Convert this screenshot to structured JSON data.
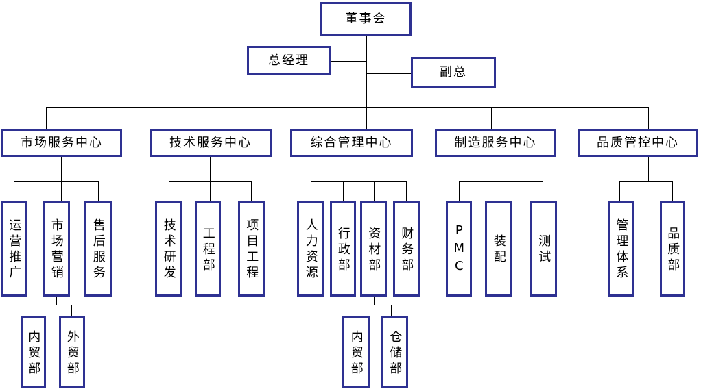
{
  "org": {
    "root": {
      "label": "董事会"
    },
    "executives": [
      {
        "label": "总经理"
      },
      {
        "label": "副总"
      }
    ],
    "centers": [
      {
        "label": "市场服务中心",
        "children": [
          {
            "label": "运营推广"
          },
          {
            "label": "市场营销",
            "children": [
              {
                "label": "内贸部"
              },
              {
                "label": "外贸部"
              }
            ]
          },
          {
            "label": "售后服务"
          }
        ]
      },
      {
        "label": "技术服务中心",
        "children": [
          {
            "label": "技术研发"
          },
          {
            "label": "工程部"
          },
          {
            "label": "项目工程"
          }
        ]
      },
      {
        "label": "综合管理中心",
        "children": [
          {
            "label": "人力资源"
          },
          {
            "label": "行政部"
          },
          {
            "label": "资材部",
            "children": [
              {
                "label": "内贸部"
              },
              {
                "label": "仓储部"
              }
            ]
          },
          {
            "label": "财务部"
          }
        ]
      },
      {
        "label": "制造服务中心",
        "children": [
          {
            "label": "PMC"
          },
          {
            "label": "装配"
          },
          {
            "label": "测试"
          }
        ]
      },
      {
        "label": "品质管控中心",
        "children": [
          {
            "label": "管理体系"
          },
          {
            "label": "品质部"
          }
        ]
      }
    ]
  },
  "colors": {
    "box_border": "#2e3192",
    "connector": "#000000",
    "text": "#000000",
    "background": "#ffffff"
  }
}
